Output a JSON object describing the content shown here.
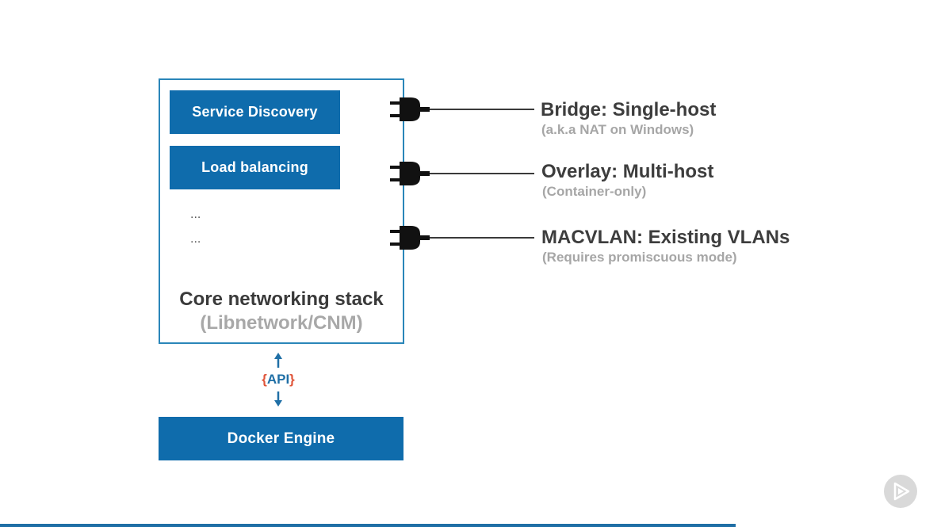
{
  "stack": {
    "services": [
      "Service Discovery",
      "Load balancing"
    ],
    "ellipsis": [
      "...",
      "..."
    ],
    "title": "Core networking stack",
    "subtitle": "(Libnetwork/CNM)"
  },
  "api": {
    "open_brace": "{",
    "label": "API",
    "close_brace": "}"
  },
  "engine": {
    "label": "Docker Engine"
  },
  "drivers": [
    {
      "title": "Bridge: Single-host",
      "note": "(a.k.a NAT on Windows)"
    },
    {
      "title": "Overlay: Multi-host",
      "note": "(Container-only)"
    },
    {
      "title": "MACVLAN: Existing VLANs",
      "note": "(Requires promiscuous mode)"
    }
  ],
  "icons": {
    "plug": "plug-icon",
    "arrow_up": "arrow-up-icon",
    "arrow_down": "arrow-down-icon",
    "play": "play-icon"
  },
  "colors": {
    "box_blue": "#0f6cac",
    "border_blue": "#2a86b9",
    "api_brace": "#e0553a",
    "text_dark": "#3d3d3d",
    "text_muted": "#a6a6a6"
  },
  "video_progress": 0.785
}
